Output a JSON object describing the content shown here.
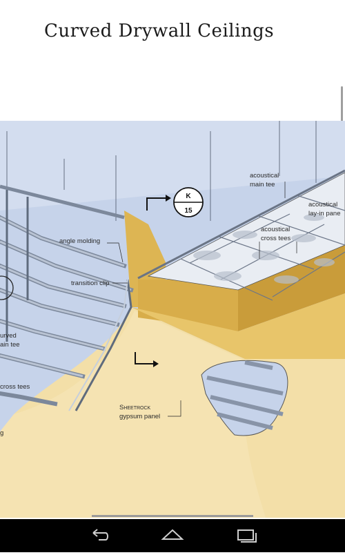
{
  "page": {
    "title": "Curved Drywall Ceilings"
  },
  "callout": {
    "top": "K",
    "bottom": "15"
  },
  "labels": {
    "acoustical_main_tee": [
      "acoustical",
      "main tee"
    ],
    "acoustical_layin_panel": [
      "acoustical",
      "lay-in pane"
    ],
    "acoustical_cross_tees": [
      "acoustical",
      "cross tees"
    ],
    "angle_molding": "angle molding",
    "transition_clip": "transition clip",
    "curved_main_tee": [
      "urved",
      "ain tee"
    ],
    "cross_tees": "cross tees",
    "sheetrock": [
      "Sheetrock",
      "gypsum panel"
    ],
    "edge_label": "g"
  },
  "navbar": {
    "back_icon": "back-arrow-icon",
    "home_icon": "home-icon",
    "recents_icon": "recent-apps-icon"
  },
  "colors": {
    "wall_blue": "#c6d3ea",
    "gypsum_tan": "#f3dfa8",
    "ceiling_gold": "#ddb553",
    "metal_gray": "#b9c3d3"
  }
}
